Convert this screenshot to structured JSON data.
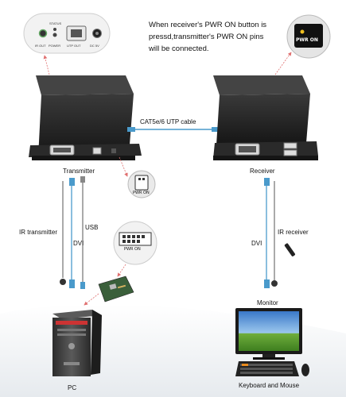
{
  "note": {
    "line1": "When receiver's PWR ON button is",
    "line2": "pressd,transmitter's PWR ON pins",
    "line3": "will be connected."
  },
  "panel_labels": {
    "status": "STATUS",
    "ir_out": "IR OUT",
    "power": "POWER",
    "utp_out": "UTP OUT",
    "dc5v": "DC 5V"
  },
  "pwr_on": "PWR ON",
  "pwr_on_short": "PWR ON",
  "cable_label": "CAT5e/6 UTP cable",
  "transmitter_label": "Transmitter",
  "receiver_label": "Receiver",
  "ir_transmitter_label": "IR transmitter",
  "dvi_left_label": "DVI",
  "usb_label": "USB",
  "dvi_right_label": "DVI",
  "ir_receiver_label": "IR receiver",
  "monitor_label": "Monitor",
  "pc_label": "PC",
  "keyboard_mouse_label": "Keyboard and Mouse",
  "colors": {
    "arrow": "#e07070",
    "cable": "#4a9acb",
    "device": "#1f1f1f"
  }
}
